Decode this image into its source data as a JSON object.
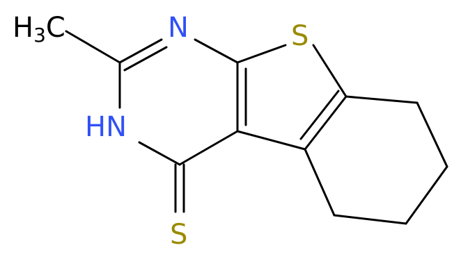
{
  "colors": {
    "carbon_bond": "#000000",
    "nitrogen": "#3050F8",
    "sulfur": "#9A8A00"
  },
  "atoms": {
    "methyl": {
      "main": "H",
      "sub": "3",
      "tail": "C"
    },
    "n_ring": "N",
    "nh_ring": "HN",
    "s_ring": "S",
    "s_thione": "S"
  }
}
